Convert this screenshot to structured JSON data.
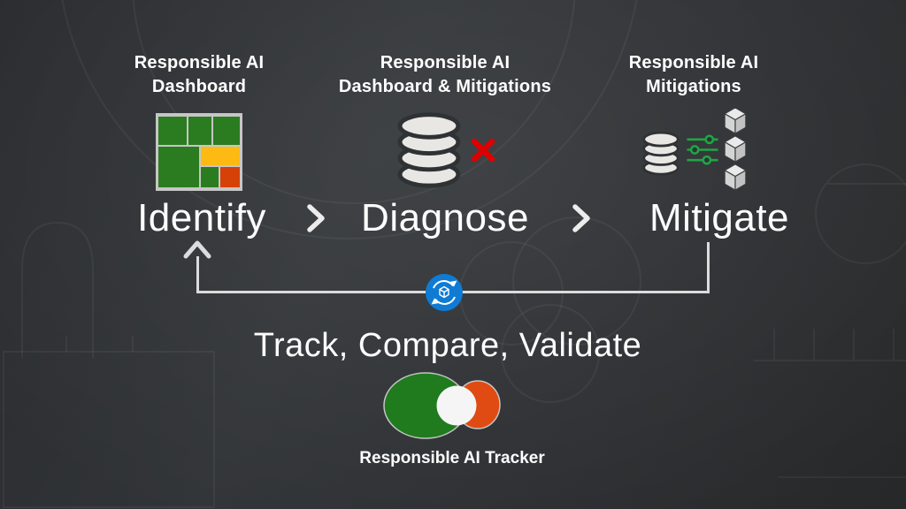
{
  "figure": {
    "stages": [
      {
        "title_line1": "Responsible AI",
        "title_line2": "Dashboard",
        "label": "Identify",
        "icon": "treemap-icon"
      },
      {
        "title_line1": "Responsible AI",
        "title_line2": "Dashboard & Mitigations",
        "label": "Diagnose",
        "icon": "database-error-icon"
      },
      {
        "title_line1": "Responsible AI",
        "title_line2": "Mitigations",
        "label": "Mitigate",
        "icon": "database-sliders-cubes-icon"
      }
    ],
    "connectors": {
      "chevron_icon": "chevron-right-icon",
      "loop_icon": "sync-cube-icon",
      "loop_arrow": "arrow-up-icon"
    },
    "loop": {
      "caption": "Track, Compare, Validate",
      "tracker_label": "Responsible AI Tracker",
      "tracker_icon": "venn-diagram-icon"
    }
  },
  "colors": {
    "tree-green": "#2b7c20",
    "tree-yellow": "#fcba12",
    "tree-red": "#d64108",
    "venn-green": "#1f7b1e",
    "venn-orange": "#df4b12",
    "error-red": "#dc0000",
    "slider-green": "#1ea644",
    "azure-blue": "#0f7bd4",
    "icon-gray": "#e8e7e4",
    "line-gray": "#dcdcdc",
    "text-white": "#ffffff"
  }
}
